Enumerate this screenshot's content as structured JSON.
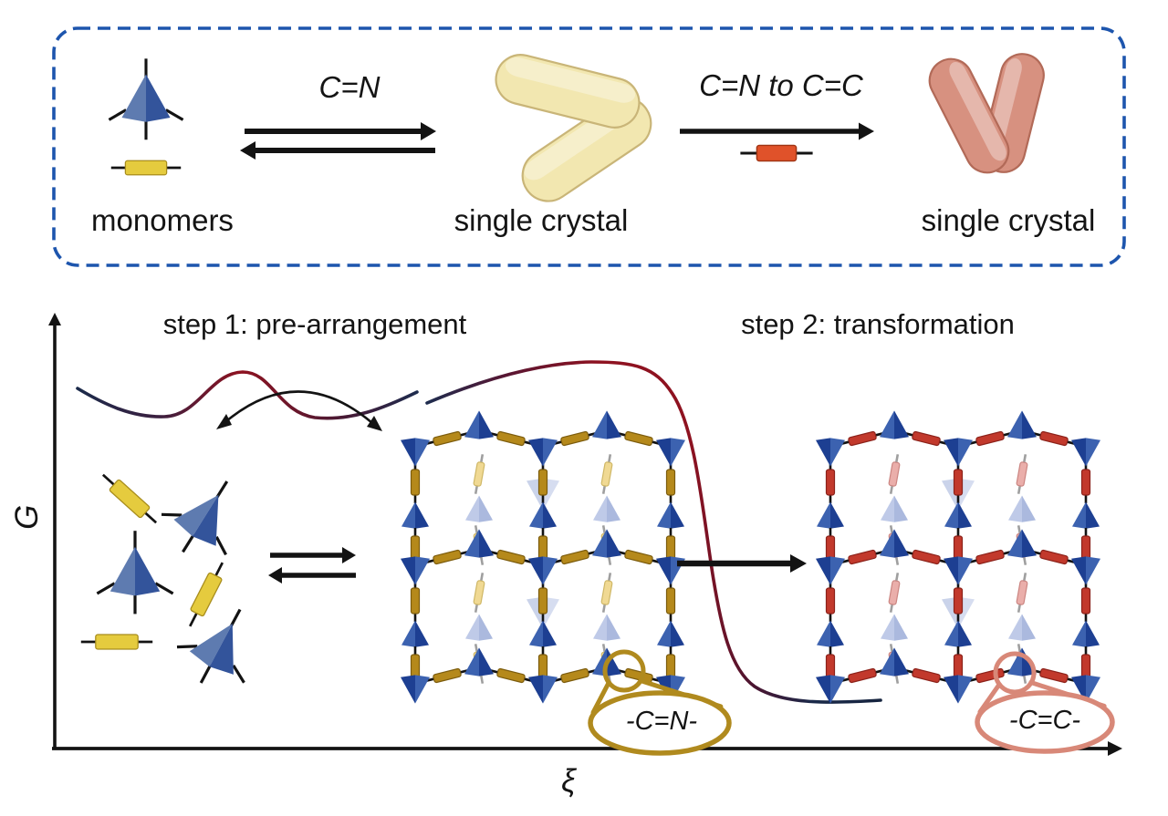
{
  "panel": {
    "monomers_label": "monomers",
    "reaction1_label": "C=N",
    "crystal1_label": "single crystal",
    "reaction2_label": "C=N to C=C",
    "crystal2_label": "single crystal"
  },
  "diagram": {
    "step1_label": "step 1: pre-arrangement",
    "step2_label": "step 2: transformation",
    "y_axis_label": "G",
    "x_axis_label": "ξ",
    "cn_callout_label": "-C=N-",
    "cc_callout_label": "-C=C-"
  },
  "colors": {
    "border_blue": "#1d55ad",
    "ink": "#131313",
    "tetra_light": "#5e7bb0",
    "tetra_dark": "#33549b",
    "lattice_tetra_light": "#3c62b0",
    "lattice_tetra_dark": "#1d3f92",
    "tetra_faded_light": "#bcc8e7",
    "tetra_faded_dark": "#a7b6dd",
    "rod_yellow": "#e5cb3e",
    "rod_yellow_stroke": "#a88d1d",
    "rod_gold": "#b5891b",
    "rod_gold_stroke": "#7c5c0d",
    "rod_pale_yellow": "#f0d88e",
    "rod_pale_yellow_stroke": "#cdb45e",
    "rod_orange": "#e0522a",
    "rod_orange_stroke": "#9e3413",
    "rod_red": "#c2392c",
    "rod_red_stroke": "#8c221a",
    "rod_pink": "#e9aaa6",
    "rod_pink_stroke": "#c97f7b",
    "crystal_yellow": "#f2e7b0",
    "crystal_yellow_stroke": "#c9b578",
    "crystal_red": "#d79180",
    "crystal_red_stroke": "#b26a58",
    "callout_gold": "#b08a1e",
    "callout_salmon": "#d88878",
    "curve_navy": "#1b2a4a",
    "curve_red": "#8a1220"
  }
}
